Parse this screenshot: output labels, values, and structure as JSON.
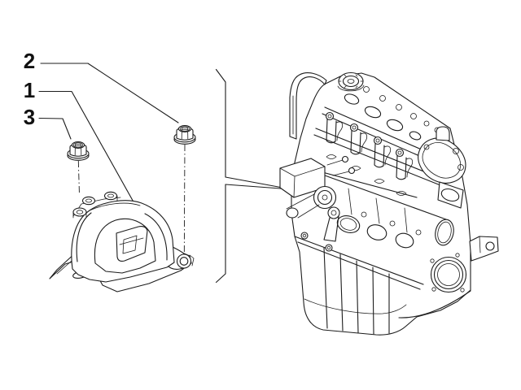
{
  "colors": {
    "background": "#ffffff",
    "ink": "#1c1c1c"
  },
  "callouts": {
    "item1": {
      "label": "1"
    },
    "item2": {
      "label": "2"
    },
    "item3": {
      "label": "3"
    }
  }
}
